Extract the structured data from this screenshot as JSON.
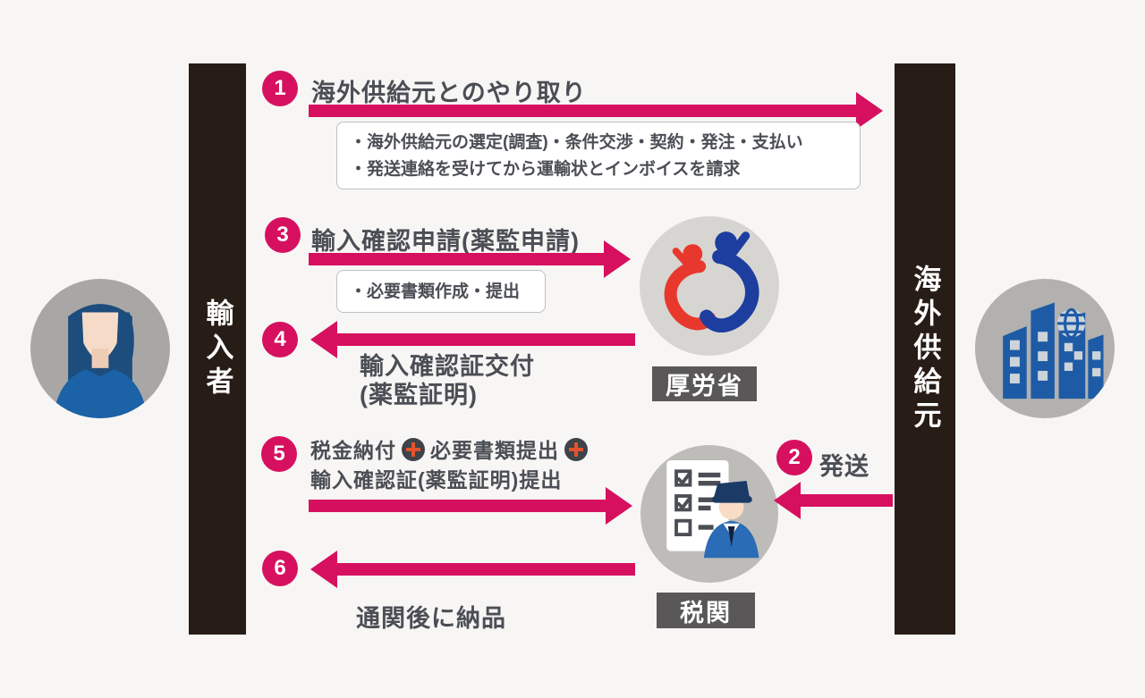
{
  "colors": {
    "background": "#f7f6f4",
    "accent_arrow": "#d6105f",
    "actor_bar": "#281d16",
    "heading_text": "#4b4e55",
    "entity_label_bg": "#595757",
    "plus_circle": "#3d4349",
    "plus_cross": "#e4512a",
    "mhlw_red": "#e8382d",
    "mhlw_blue": "#1d3e9e",
    "icon_blue": "#1e5ba6"
  },
  "actors": {
    "importer": {
      "label": "輸入者",
      "icon": "importer-avatar-icon"
    },
    "supplier": {
      "label": "海外供給元",
      "icon": "supplier-buildings-icon"
    }
  },
  "entities": {
    "mhlw": {
      "label": "厚労省",
      "icon": "mhlw-logo-icon"
    },
    "customs": {
      "label": "税関",
      "icon": "customs-officer-icon"
    }
  },
  "steps": [
    {
      "num": "1",
      "title": "海外供給元とのやり取り",
      "direction": "right",
      "notes": [
        "・海外供給元の選定(調査)・条件交渉・契約・発注・支払い",
        "・発送連絡を受けてから運輸状とインボイスを請求"
      ]
    },
    {
      "num": "2",
      "title": "発送",
      "direction": "left"
    },
    {
      "num": "3",
      "title": "輸入確認申請(薬監申請)",
      "direction": "right",
      "notes": [
        "・必要書類作成・提出"
      ]
    },
    {
      "num": "4",
      "title_line1": "輸入確認証交付",
      "title_line2": "(薬監証明)",
      "direction": "left"
    },
    {
      "num": "5",
      "line1_a": "税金納付",
      "line1_b": "必要書類提出",
      "line2": "輸入確認証(薬監証明)提出",
      "direction": "right"
    },
    {
      "num": "6",
      "title": "通関後に納品",
      "direction": "left"
    }
  ]
}
